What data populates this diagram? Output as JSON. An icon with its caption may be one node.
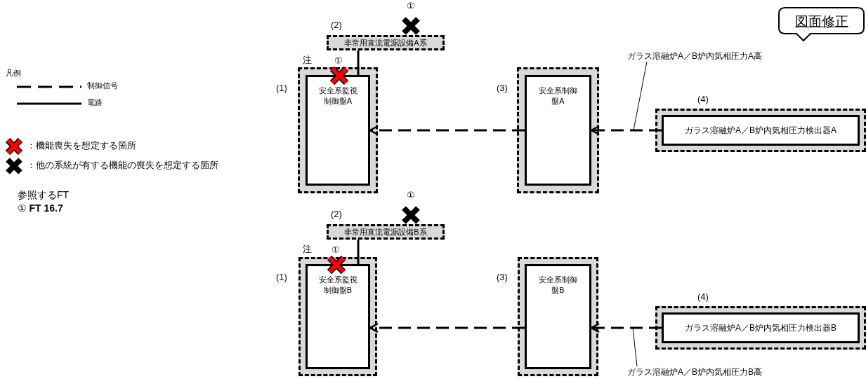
{
  "diagram": {
    "nodes": [
      {
        "text": [
          "非常用直流電源設備A系"
        ],
        "beside": [
          "(2)",
          "①"
        ]
      },
      {
        "text": [
          "安全系監視制御盤A"
        ],
        "beside": [
          "(1)",
          "注"
        ]
      },
      {
        "text": [
          "安全系制御盤A"
        ],
        "beside": [
          "(3)"
        ]
      },
      {
        "text": [
          "ガラス溶融炉A／B炉内気相圧力検出器A"
        ],
        "beside": [
          "(4)"
        ]
      },
      {
        "text": [
          "ガラス溶融炉A／B炉内気相圧力A高"
        ]
      },
      {
        "text": [
          "非常用直流電源設備B系"
        ],
        "beside": [
          "(2)",
          "①"
        ]
      },
      {
        "text": [
          "安全系監視制御盤B"
        ],
        "beside": [
          "(1)",
          "注"
        ]
      },
      {
        "text": [
          "安全系制御盤B"
        ],
        "beside": [
          "(3)"
        ]
      },
      {
        "text": [
          "ガラス溶融炉A／B炉内気相圧力検出器B"
        ],
        "beside": [
          "(4)"
        ]
      },
      {
        "text": [
          "ガラス溶融炉A／B炉内気相圧力B高"
        ]
      },
      {
        "text": [
          "図面修正"
        ]
      }
    ],
    "edges": [
      {
        "from": 0,
        "to": 1,
        "arrow": "none"
      },
      {
        "from": 2,
        "to": 1,
        "arrow": "to",
        "style": "dashed"
      },
      {
        "from": 3,
        "to": 2,
        "arrow": "to",
        "style": "dashed"
      },
      {
        "from": 4,
        "to": null,
        "arrow": "none"
      },
      {
        "from": 5,
        "to": 6,
        "arrow": "none"
      },
      {
        "from": 7,
        "to": 6,
        "arrow": "to",
        "style": "dashed"
      },
      {
        "from": 8,
        "to": 7,
        "arrow": "to",
        "style": "dashed"
      },
      {
        "from": 9,
        "to": null,
        "arrow": "none"
      }
    ],
    "labels": [
      "①",
      "凡例",
      "①",
      "参照するFT",
      "① **FT 16.7**"
    ],
    "legend": [
      {
        "text": "制御信号"
      },
      {
        "text": "電路"
      },
      {
        "text": "：機能喪失を想定する箇所"
      },
      {
        "text": "：他の系統が有する機能の喪失を想定する箇所"
      }
    ]
  }
}
